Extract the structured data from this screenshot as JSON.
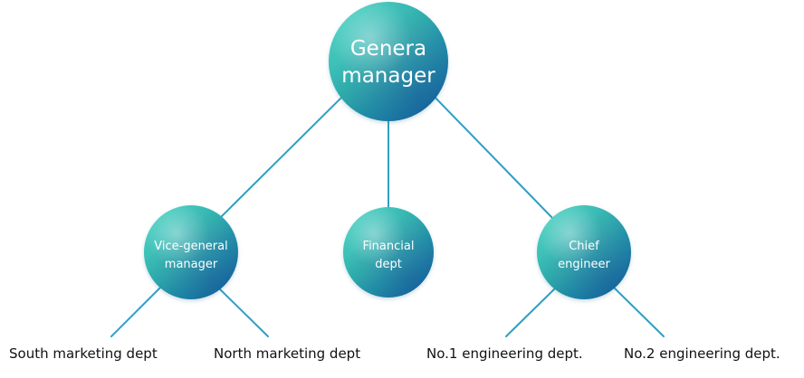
{
  "diagram": {
    "nodes": {
      "general_manager": {
        "line1": "Genera",
        "line2": "manager"
      },
      "vice_general_manager": {
        "line1": "Vice-general",
        "line2": "manager"
      },
      "financial_dept": {
        "line1": "Financial",
        "line2": "dept"
      },
      "chief_engineer": {
        "line1": "Chief",
        "line2": "engineer"
      }
    },
    "leaves": {
      "south_marketing_dept": "South marketing dept",
      "north_marketing_dept": "North marketing dept",
      "no1_engineering_dept": "No.1 engineering dept.",
      "no2_engineering_dept": "No.2 engineering dept."
    }
  },
  "colors": {
    "connector": "#2f9fc4",
    "node_gradient_start": "#33c7b6",
    "node_gradient_end": "#1e6fb0",
    "node_text": "#ffffff",
    "leaf_text": "#111111"
  }
}
